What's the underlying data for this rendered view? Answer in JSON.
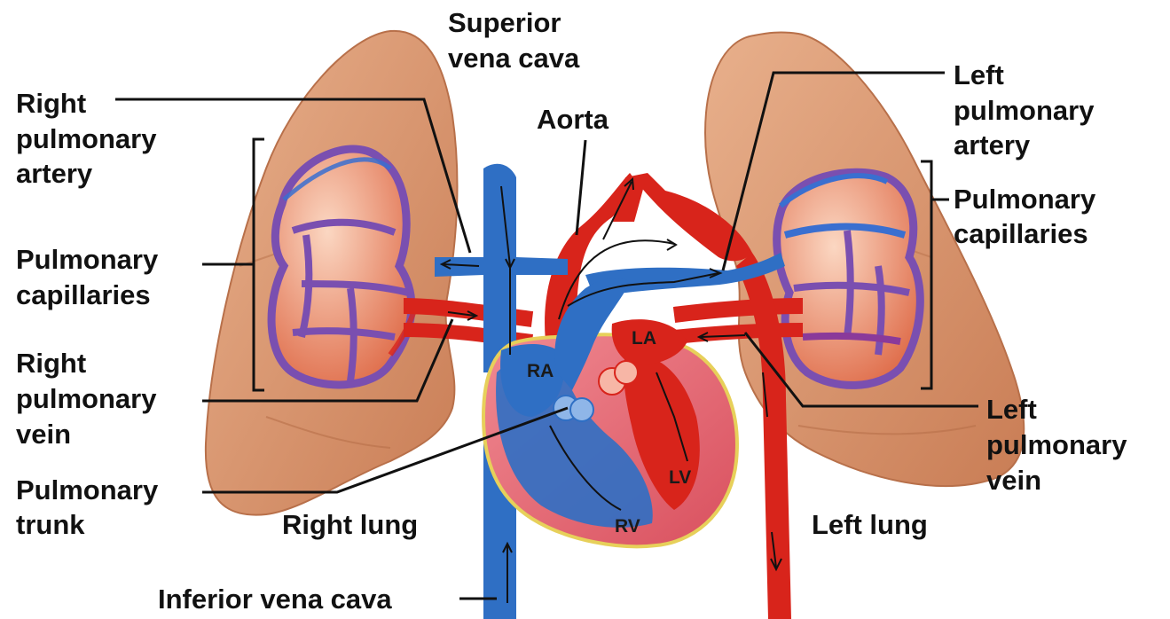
{
  "labels": {
    "superior_vena_cava": [
      "Superior",
      "vena cava"
    ],
    "aorta": "Aorta",
    "right_pulmonary_artery": [
      "Right",
      "pulmonary",
      "artery"
    ],
    "left_pulmonary_artery": [
      "Left",
      "pulmonary",
      "artery"
    ],
    "pulmonary_capillaries_left_side": [
      "Pulmonary",
      "capillaries"
    ],
    "pulmonary_capillaries_right_side": [
      "Pulmonary",
      "capillaries"
    ],
    "right_pulmonary_vein": [
      "Right",
      "pulmonary",
      "vein"
    ],
    "left_pulmonary_vein": [
      "Left",
      "pulmonary",
      "vein"
    ],
    "pulmonary_trunk": [
      "Pulmonary",
      "trunk"
    ],
    "right_lung": "Right lung",
    "left_lung": "Left lung",
    "inferior_vena_cava": "Inferior vena cava"
  },
  "chambers": {
    "ra": "RA",
    "la": "LA",
    "rv": "RV",
    "lv": "LV"
  },
  "colors": {
    "lung": "#dc9a73",
    "oxygenated": "#e2231a",
    "deoxygenated": "#2f6fc4",
    "capillary_bed": "#8a4fb3",
    "heart_muscle": "#e8707a"
  }
}
